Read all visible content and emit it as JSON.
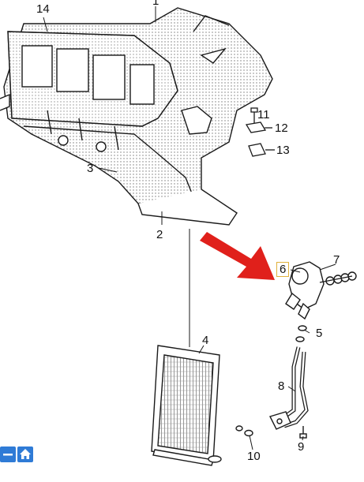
{
  "callouts": [
    {
      "id": "c14",
      "text": "14"
    },
    {
      "id": "c1",
      "text": "1"
    },
    {
      "id": "c11",
      "text": "11"
    },
    {
      "id": "c12",
      "text": "12"
    },
    {
      "id": "c13",
      "text": "13"
    },
    {
      "id": "c3",
      "text": "3"
    },
    {
      "id": "c2",
      "text": "2"
    },
    {
      "id": "c6",
      "text": "6"
    },
    {
      "id": "c7",
      "text": "7"
    },
    {
      "id": "c5",
      "text": "5"
    },
    {
      "id": "c4",
      "text": "4"
    },
    {
      "id": "c8",
      "text": "8"
    },
    {
      "id": "c10",
      "text": "10"
    },
    {
      "id": "c9",
      "text": "9"
    }
  ],
  "highlight": {
    "callout": "6",
    "color": "#e0b13c"
  },
  "arrow": {
    "color": "#e0201b",
    "points_to": "6"
  },
  "nav": [
    {
      "icon": "minus-icon"
    },
    {
      "icon": "home-icon"
    }
  ],
  "colors": {
    "line": "#1a1a1a",
    "nav": "#2f7bd6"
  }
}
